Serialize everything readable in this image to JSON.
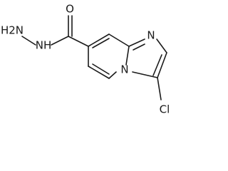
{
  "molecule": {
    "atoms": {
      "oxygen": "O",
      "hydrazide_nh2": "H2N",
      "hydrazide_nh": "NH",
      "imidazole_n": "N",
      "bridgehead_n": "N",
      "chlorine": "Cl"
    }
  }
}
